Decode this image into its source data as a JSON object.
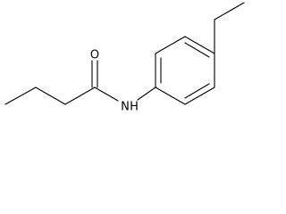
{
  "molecule": {
    "atoms": {
      "oxygen": {
        "symbol": "O",
        "color": "#000000"
      },
      "nitrogen": {
        "symbol": "N",
        "color": "#000000"
      },
      "nitrogen_hydrogen": {
        "symbol": "H",
        "color": "#000000"
      }
    },
    "bond_color": "#000000",
    "background": "#ffffff"
  }
}
